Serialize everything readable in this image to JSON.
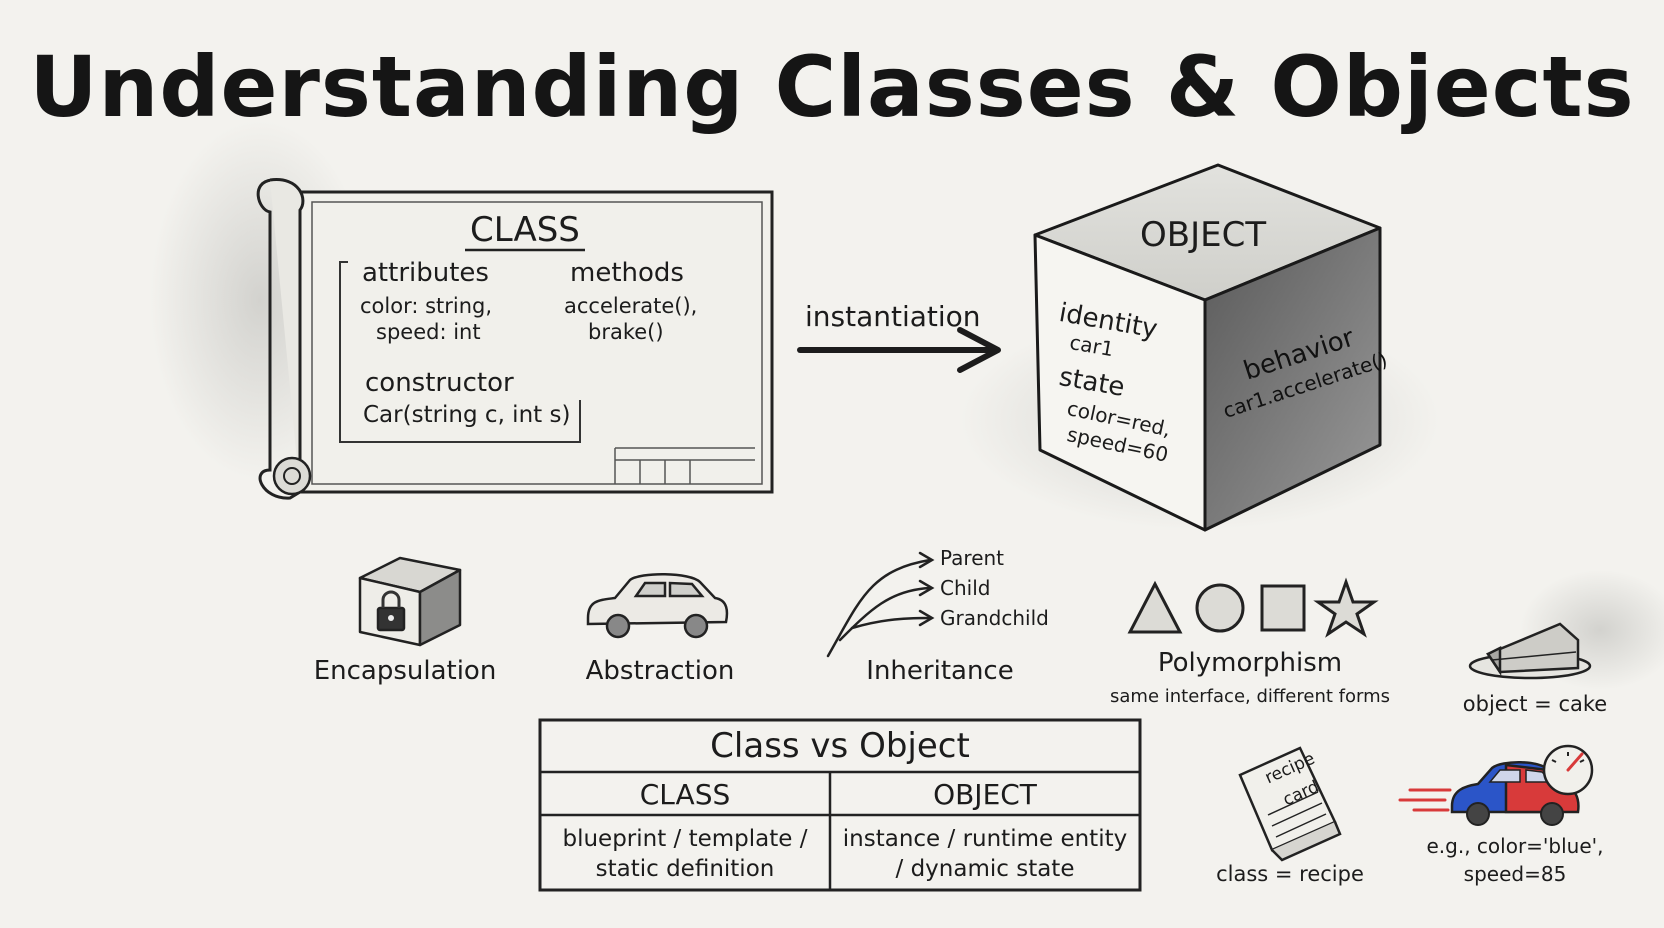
{
  "title": "Understanding Classes & Objects",
  "class_box": {
    "heading": "CLASS",
    "attributes_label": "attributes",
    "attributes_line1": "color: string,",
    "attributes_line2": "speed: int",
    "methods_label": "methods",
    "methods_line1": "accelerate(),",
    "methods_line2": "brake()",
    "constructor_label": "constructor",
    "constructor_sig": "Car(string c, int s)"
  },
  "arrow_label": "instantiation",
  "object_cube": {
    "heading": "OBJECT",
    "identity_label": "identity",
    "identity_value": "car1",
    "state_label": "state",
    "state_line1": "color=red,",
    "state_line2": "speed=60",
    "behavior_label": "behavior",
    "behavior_value": "car1.accelerate()"
  },
  "concepts": {
    "encapsulation": "Encapsulation",
    "abstraction": "Abstraction",
    "inheritance": "Inheritance",
    "inheritance_parent": "Parent",
    "inheritance_child": "Child",
    "inheritance_grandchild": "Grandchild",
    "polymorphism": "Polymorphism",
    "polymorphism_sub": "same interface, different forms"
  },
  "comparison_table": {
    "title": "Class vs Object",
    "col1_header": "CLASS",
    "col2_header": "OBJECT",
    "col1_line1": "blueprint / template /",
    "col1_line2": "static definition",
    "col2_line1": "instance / runtime entity",
    "col2_line2": "/ dynamic state"
  },
  "analogies": {
    "cake_caption": "object = cake",
    "recipe_card_line1": "recipe",
    "recipe_card_line2": "card",
    "recipe_caption": "class = recipe",
    "car_caption_line1": "e.g., color='blue',",
    "car_caption_line2": "speed=85"
  },
  "colors": {
    "ink": "#1c1c1c",
    "paper": "#f3f2ee",
    "car_red": "#d83a3a",
    "car_blue": "#2b55c8"
  }
}
